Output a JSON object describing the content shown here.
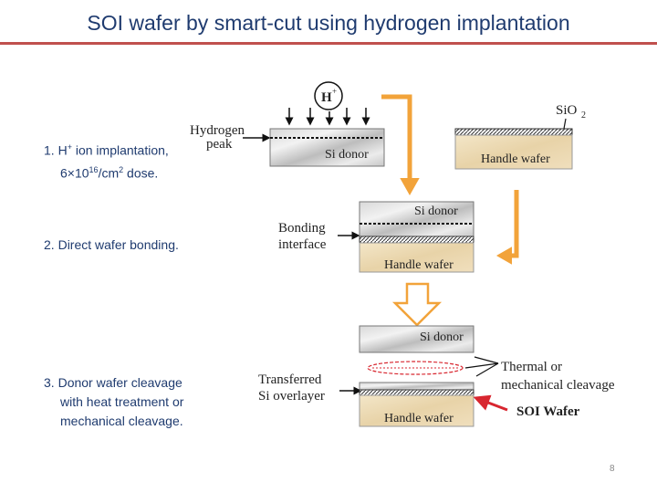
{
  "title": "SOI wafer by smart-cut using hydrogen implantation",
  "steps": [
    {
      "number": "1.",
      "text_a": "H",
      "sup_a": "+",
      "text_b": " ion implantation,",
      "line2_a": "6×10",
      "sup_b": "16",
      "line2_b": "/cm",
      "sup_c": "2",
      "line2_c": " dose."
    },
    {
      "number": "2.",
      "text": "Direct wafer bonding."
    },
    {
      "number": "3.",
      "line1": "Donor wafer cleavage",
      "line2": "with heat treatment or",
      "line3": "mechanical cleavage."
    }
  ],
  "diagram": {
    "h_plus": "H",
    "h_plus_sup": "+",
    "hydrogen_label": "Hydrogen",
    "peak_label": "peak",
    "si_donor": "Si donor",
    "sio2": "SiO",
    "sio2_sub": "2",
    "handle_wafer": "Handle wafer",
    "bonding_label": "Bonding",
    "interface_label": "interface",
    "transferred_label": "Transferred",
    "overlayer_label": "Si overlayer",
    "thermal_label": "Thermal or",
    "cleavage_label": "mechanical cleavage",
    "soi_wafer": "SOI Wafer"
  },
  "colors": {
    "title": "#1f3b6f",
    "rule": "#c0504d",
    "arrow_orange": "#f2a33a",
    "arrow_red": "#d8262f"
  },
  "page_number": "8"
}
